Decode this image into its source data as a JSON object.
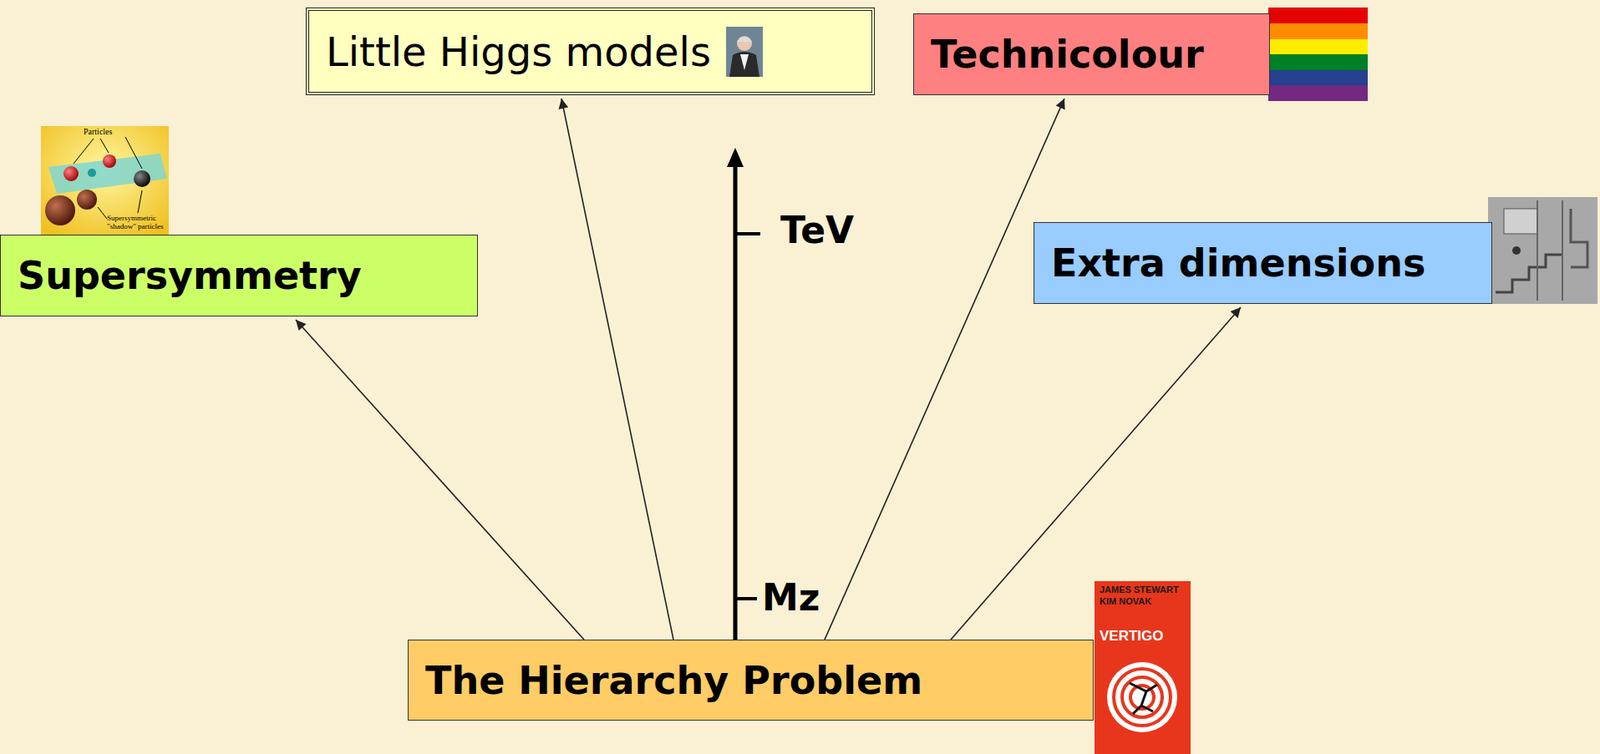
{
  "diagram": {
    "nodes": [
      {
        "text": [
          "Little Higgs models"
        ]
      },
      {
        "text": [
          "Technicolour"
        ]
      },
      {
        "text": [
          "Supersymmetry"
        ]
      },
      {
        "text": [
          "Extra dimensions"
        ]
      },
      {
        "text": [
          "The Hierarchy Problem"
        ]
      }
    ],
    "edges": [
      {
        "from": 4,
        "to": 2,
        "arrow": "to"
      },
      {
        "from": 4,
        "to": 0,
        "arrow": "to"
      },
      {
        "from": 4,
        "to": 1,
        "arrow": "to"
      },
      {
        "from": 4,
        "to": 3,
        "arrow": "to"
      }
    ],
    "labels": [
      "TeV",
      "Mz",
      "Particles",
      "Supersymmetric \"shadow\" particles",
      "JAMES STEWART",
      "KIM NOVAK",
      "VERTIGO"
    ]
  }
}
